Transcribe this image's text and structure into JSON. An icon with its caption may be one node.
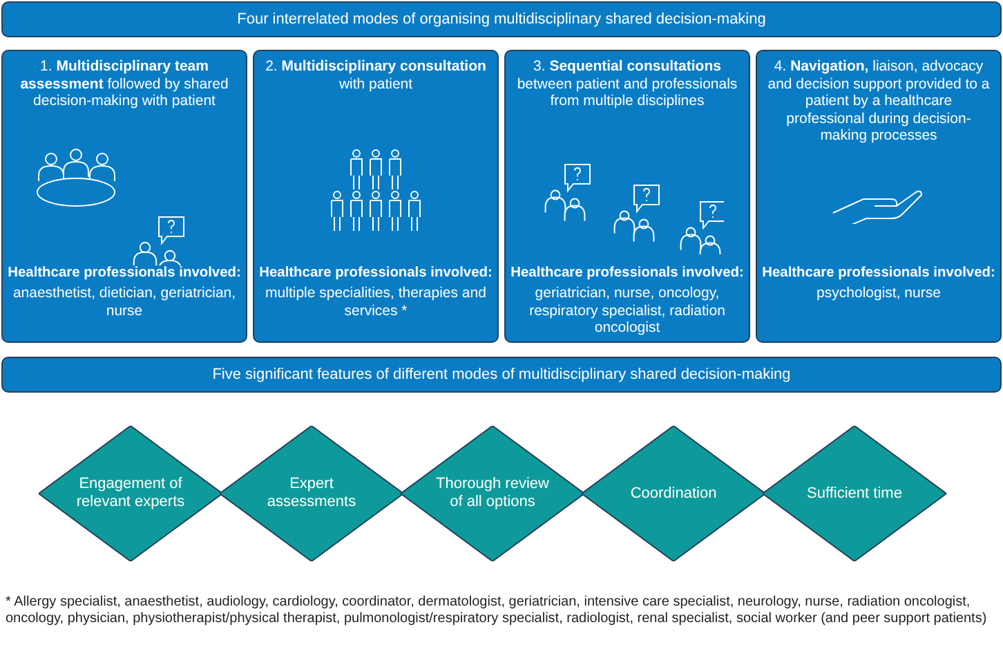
{
  "diagram": {
    "nodes": [
      {
        "text": [
          "Four interrelated modes of organising multidisciplinary shared decision-making"
        ]
      },
      {
        "text": [
          "1. **Multidisciplinary team assessment** followed by shared decision-making with patient",
          "Healthcare professionals involved:",
          "anaesthetist, dietician, geriatrician, nurse"
        ]
      },
      {
        "text": [
          "2. **Multidisciplinary consultation** with patient",
          "Healthcare professionals involved:",
          "multiple specialities, therapies and services *"
        ]
      },
      {
        "text": [
          "3. **Sequential consultations** between patient and professionals from multiple disciplines",
          "Healthcare professionals involved:",
          "geriatrician, nurse, oncology, respiratory specialist, radiation oncologist"
        ]
      },
      {
        "text": [
          "4. **Navigation,** liaison, advocacy and decision support provided to a patient by a healthcare professional during decision-making processes",
          "Healthcare professionals involved:",
          "psychologist, nurse"
        ]
      },
      {
        "text": [
          "Five significant features of different modes of multidisciplinary shared decision-making"
        ]
      },
      {
        "text": [
          "Engagement of relevant experts"
        ]
      },
      {
        "text": [
          "Expert assessments"
        ]
      },
      {
        "text": [
          "Thorough review of all options"
        ]
      },
      {
        "text": [
          "Coordination"
        ]
      },
      {
        "text": [
          "Sufficient time"
        ]
      }
    ],
    "edges": [],
    "labels": [
      "* Allergy specialist, anaesthetist, audiology, cardiology, coordinator, dermatologist, geriatrician, intensive care specialist, neurology, nurse, radiation oncologist, oncology, physician, physiotherapist/physical therapist, pulmonologist/respiratory specialist, radiologist, renal specialist, social worker (and peer support patients)"
    ]
  }
}
